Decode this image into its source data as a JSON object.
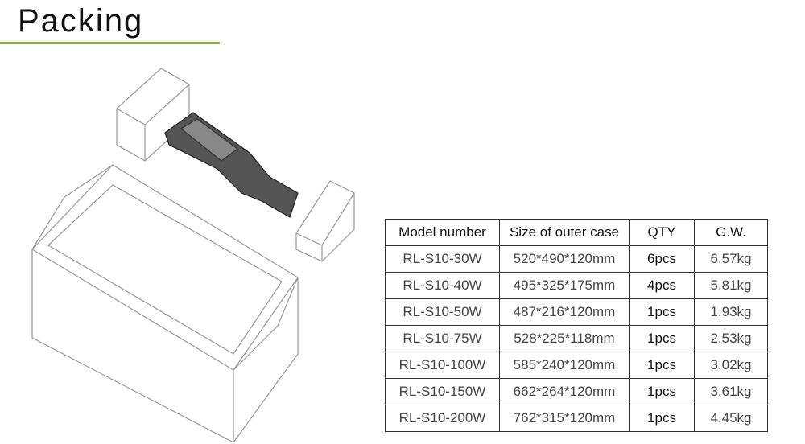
{
  "title": "Packing",
  "table": {
    "headers": [
      "Model number",
      "Size of outer case",
      "QTY",
      "G.W."
    ],
    "rows": [
      [
        "RL-S10-30W",
        "520*490*120mm",
        "6pcs",
        "6.57kg"
      ],
      [
        "RL-S10-40W",
        "495*325*175mm",
        "4pcs",
        "5.81kg"
      ],
      [
        "RL-S10-50W",
        "487*216*120mm",
        "1pcs",
        "1.93kg"
      ],
      [
        "RL-S10-75W",
        "528*225*118mm",
        "1pcs",
        "2.53kg"
      ],
      [
        "RL-S10-100W",
        "585*240*120mm",
        "1pcs",
        "3.02kg"
      ],
      [
        "RL-S10-150W",
        "662*264*120mm",
        "1pcs",
        "3.61kg"
      ],
      [
        "RL-S10-200W",
        "762*315*120mm",
        "1pcs",
        "4.45kg"
      ]
    ]
  },
  "colors": {
    "accent": "#8fb04a"
  }
}
